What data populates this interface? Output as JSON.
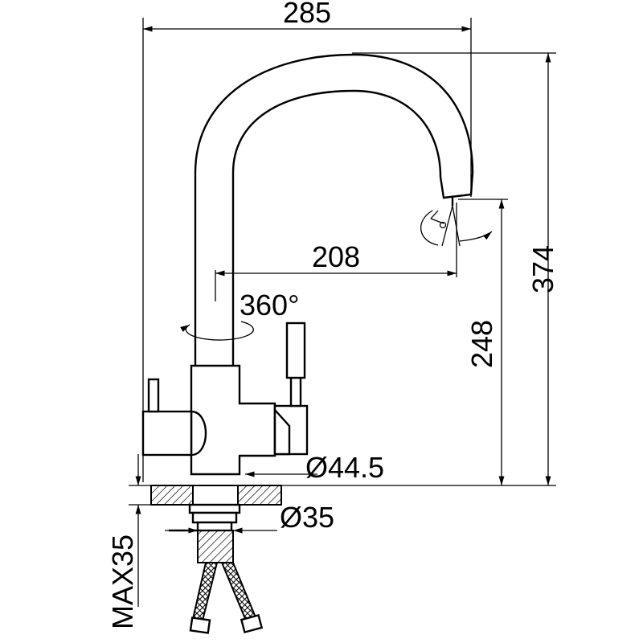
{
  "labels": {
    "width_total": "285",
    "height_total": "374",
    "spout_reach": "208",
    "spout_height": "248",
    "rotation": "360°",
    "base_diameter": "Ø44.5",
    "shank_diameter": "Ø35",
    "max_thickness": "MAX35"
  },
  "colors": {
    "line": "#000000",
    "background": "#ffffff"
  }
}
